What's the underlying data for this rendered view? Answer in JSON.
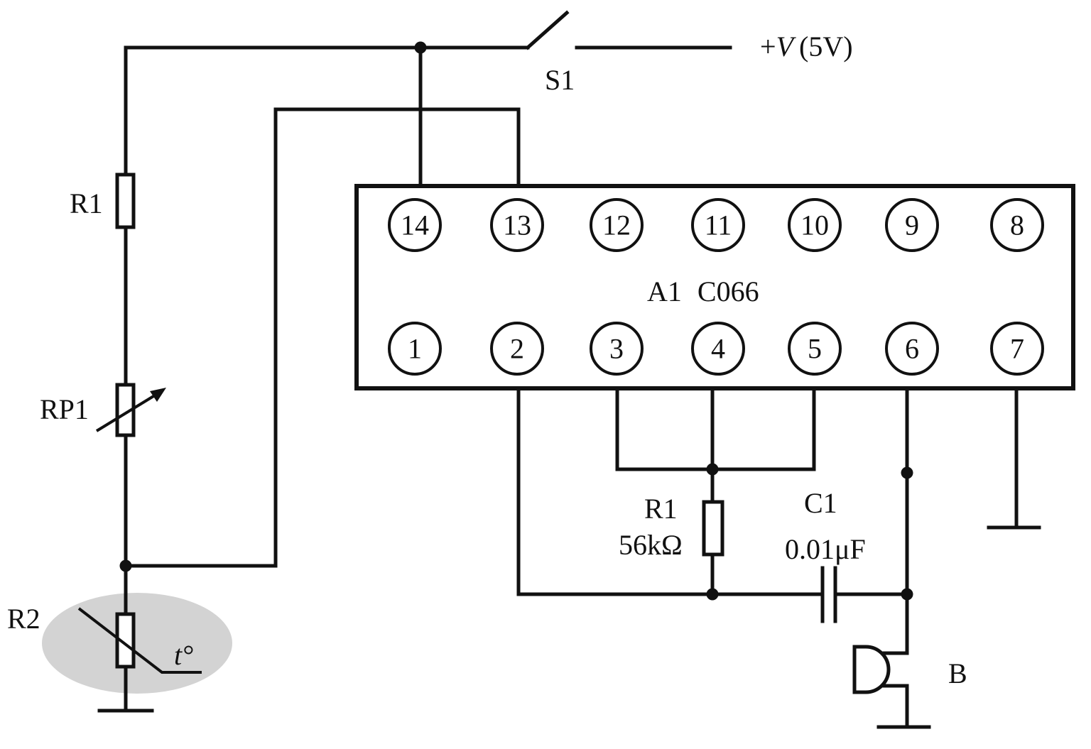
{
  "supply": {
    "sign": "+",
    "symbol": "V",
    "value": "(5V)"
  },
  "switch": {
    "label": "S1"
  },
  "resistor_r1_left": {
    "label": "R1"
  },
  "potentiometer": {
    "label": "RP1"
  },
  "thermistor": {
    "label": "R2",
    "symbol": "t°"
  },
  "chip": {
    "name": "A1",
    "part": "C066",
    "top_pins": [
      "14",
      "13",
      "12",
      "11",
      "10",
      "9",
      "8"
    ],
    "bottom_pins": [
      "1",
      "2",
      "3",
      "4",
      "5",
      "6",
      "7"
    ]
  },
  "resistor_r1_bottom": {
    "label": "R1",
    "value": "56kΩ"
  },
  "capacitor": {
    "label": "C1",
    "value": "0.01μF"
  },
  "buzzer": {
    "label": "B"
  },
  "colors": {
    "line": "#111111",
    "highlight": "#d3d3d3",
    "background": "#ffffff"
  }
}
